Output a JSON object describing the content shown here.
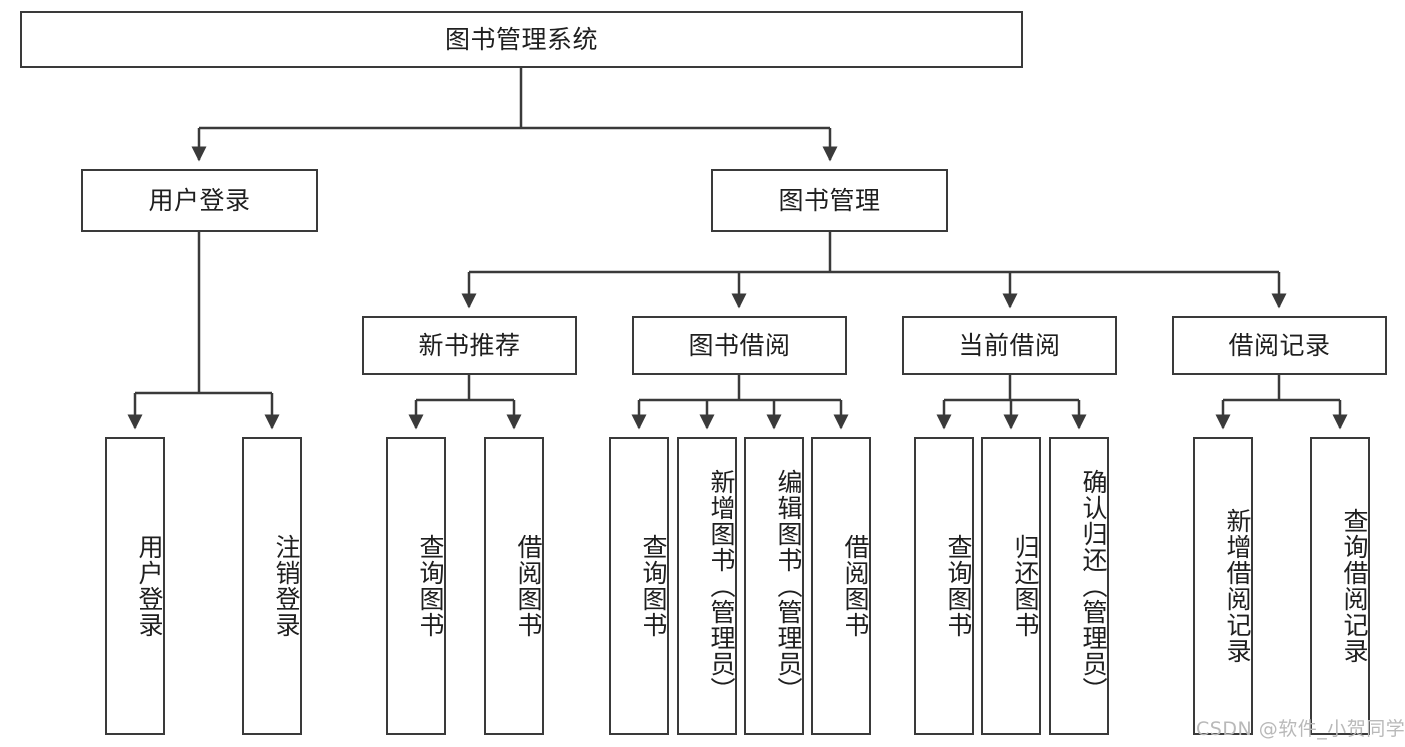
{
  "diagram": {
    "title": "图书管理系统",
    "type": "hierarchy-tree",
    "root": {
      "label": "图书管理系统"
    },
    "level2": [
      {
        "label": "用户登录"
      },
      {
        "label": "图书管理"
      }
    ],
    "level3": [
      {
        "label": "新书推荐"
      },
      {
        "label": "图书借阅"
      },
      {
        "label": "当前借阅"
      },
      {
        "label": "借阅记录"
      }
    ],
    "leaves": {
      "user_login": [
        "用户登录",
        "注销登录"
      ],
      "new_book": [
        "查询图书",
        "借阅图书"
      ],
      "book_borrow": [
        "查询图书",
        "新增图书（管理员）",
        "编辑图书（管理员）",
        "借阅图书"
      ],
      "current_borrow": [
        "查询图书",
        "归还图书",
        "确认归还（管理员）"
      ],
      "borrow_record": [
        "新增借阅记录",
        "查询借阅记录"
      ]
    }
  },
  "watermark": {
    "text": "CSDN @软件_小贺同学"
  },
  "colors": {
    "stroke": "#3a3a3a",
    "text": "#1f1f1f",
    "background": "#ffffff",
    "watermark": "#b9b9b9"
  }
}
